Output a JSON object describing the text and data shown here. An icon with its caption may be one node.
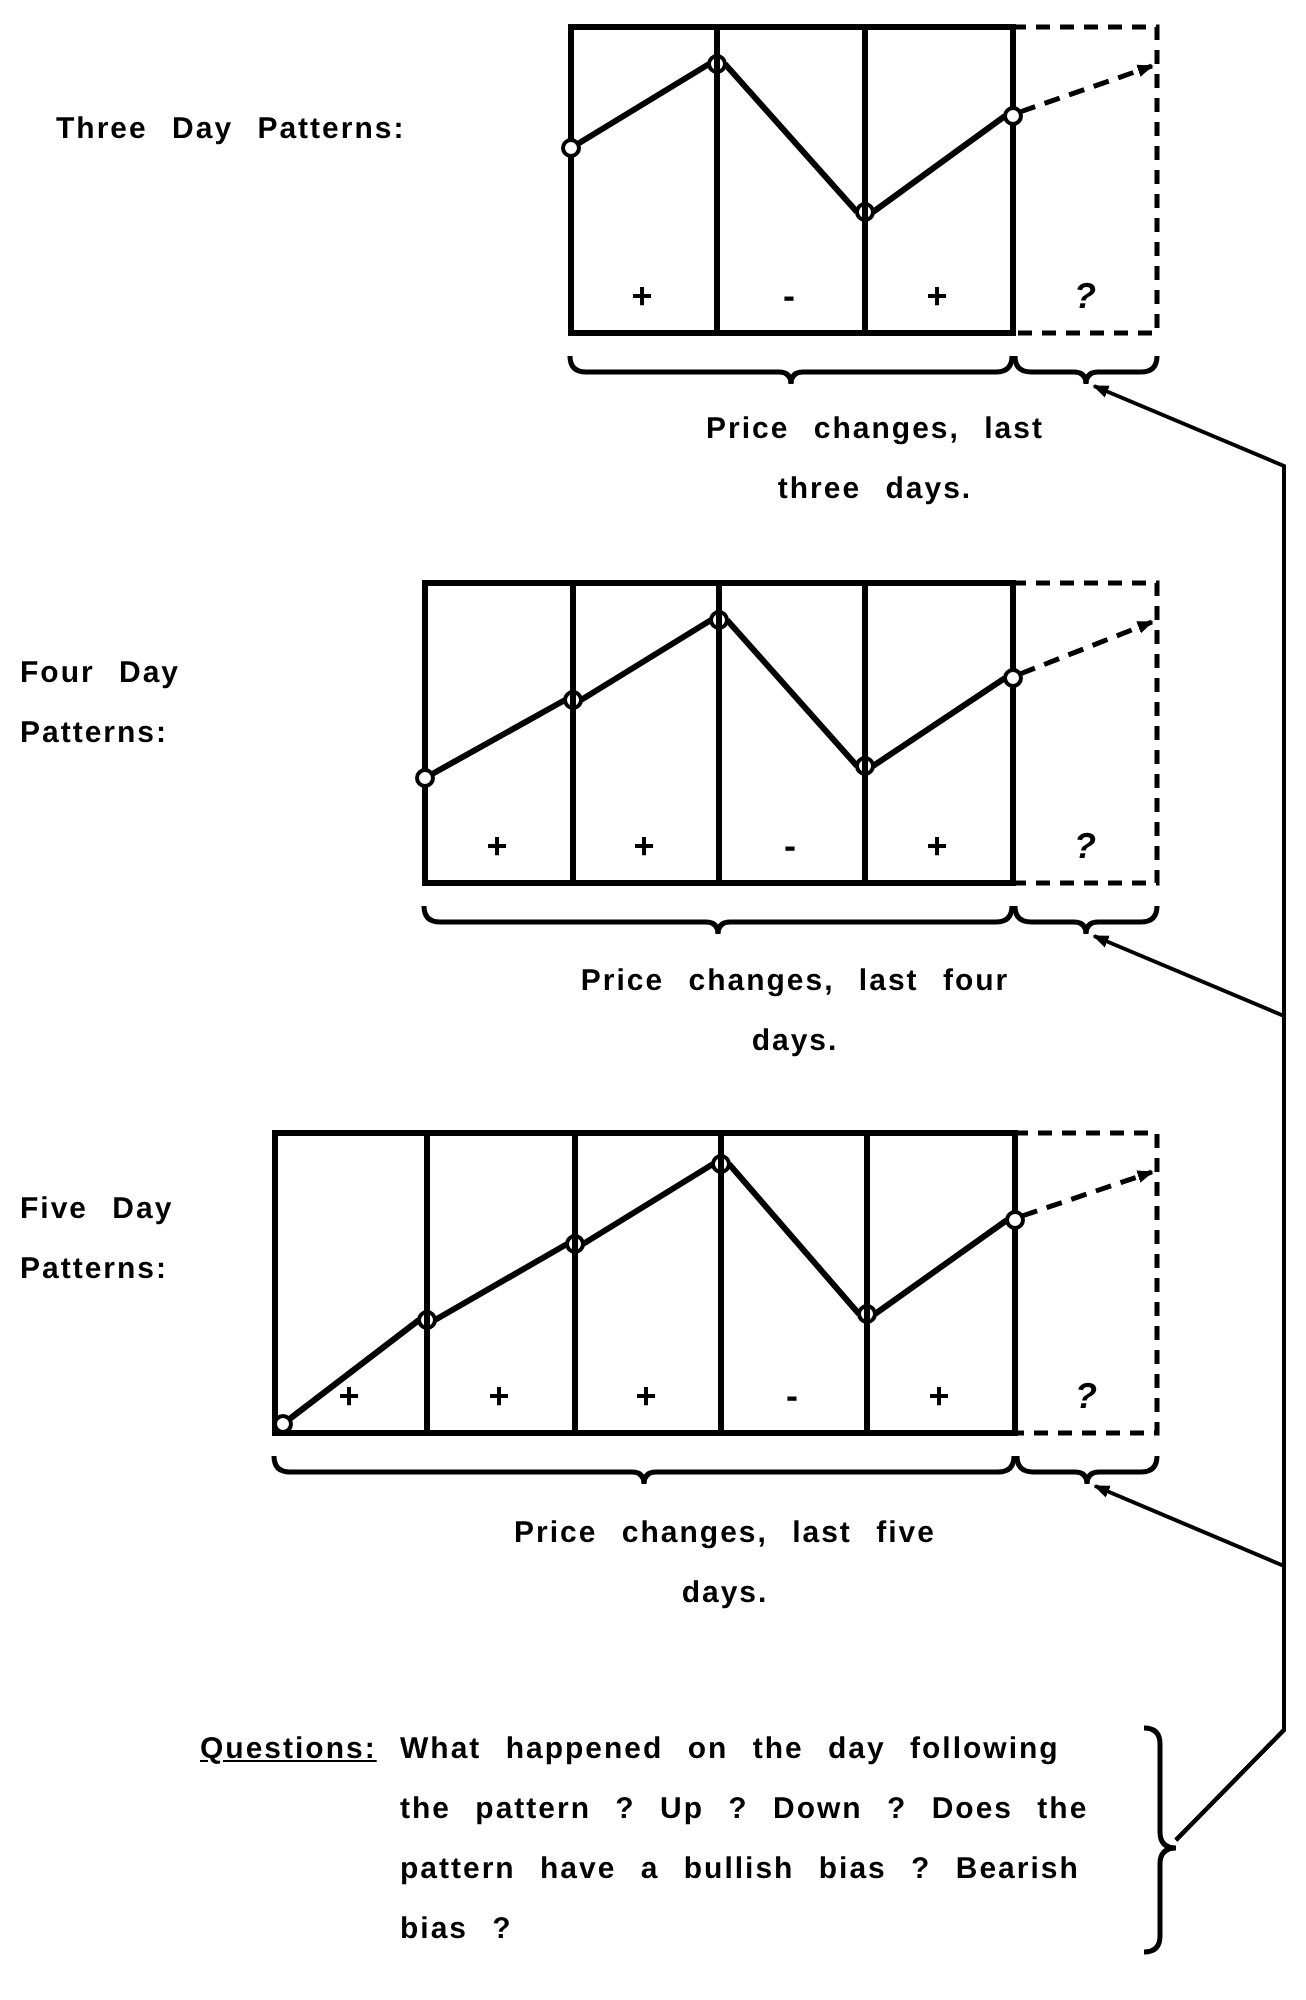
{
  "diagram": {
    "nodes": [
      {
        "text": [
          "+"
        ]
      },
      {
        "text": [
          "-"
        ]
      },
      {
        "text": [
          "+"
        ]
      },
      {
        "text": [
          "?"
        ]
      },
      {
        "text": [
          "+"
        ]
      },
      {
        "text": [
          "+"
        ]
      },
      {
        "text": [
          "-"
        ]
      },
      {
        "text": [
          "+"
        ]
      },
      {
        "text": [
          "?"
        ]
      },
      {
        "text": [
          "+"
        ]
      },
      {
        "text": [
          "+"
        ]
      },
      {
        "text": [
          "+"
        ]
      },
      {
        "text": [
          "-"
        ]
      },
      {
        "text": [
          "+"
        ]
      },
      {
        "text": [
          "?"
        ]
      },
      {
        "text": [
          "Questions:",
          "What happened on the day following the pattern ? Up ? Down ? Does the pattern have a bullish bias ? Bearish bias ?"
        ]
      }
    ],
    "edges": [
      {
        "from": 15,
        "to": 3,
        "arrow": "to"
      },
      {
        "from": 15,
        "to": 8,
        "arrow": "to"
      },
      {
        "from": 15,
        "to": 14,
        "arrow": "to"
      }
    ],
    "labels": [
      "Three Day Patterns:",
      "Price changes, last three days.",
      "Four Day Patterns:",
      "Price changes, last four days.",
      "Five Day Patterns:",
      "Price changes, last five days."
    ]
  }
}
